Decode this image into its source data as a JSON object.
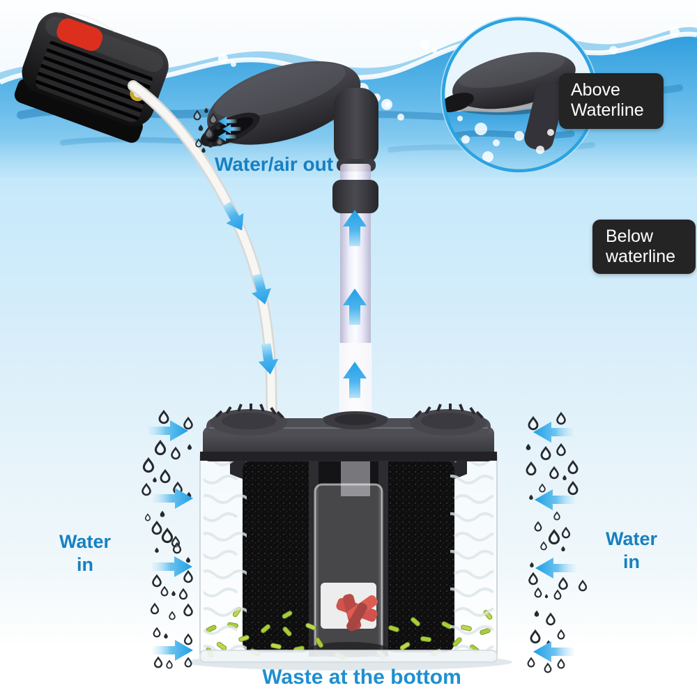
{
  "callouts": {
    "water_air_out": {
      "text": "Water/air out"
    },
    "above_waterline": {
      "line1": "Above",
      "line2": "Waterline"
    },
    "below_waterline": {
      "line1": "Below",
      "line2": "waterline"
    },
    "water_in_left": {
      "line1": "Water",
      "line2": "in"
    },
    "water_in_right": {
      "line1": "Water",
      "line2": "in"
    },
    "waste_bottom": {
      "text": "Waste at the bottom"
    }
  },
  "icons": {
    "up_flow": "up-arrow-icon",
    "down_flow": "down-arrow-icon",
    "inward_flow": "inward-arrow-icon",
    "droplet": "water-droplet-icon"
  },
  "colors": {
    "label_blue": "#1780c2",
    "waste_label_blue": "#1e8fd0",
    "arrow_blue": "#29a7e8",
    "dark_label_bg": "#242424",
    "dark_label_text": "#ffffff",
    "background_sky": "#c5e9fb",
    "wave_blue": "#2f9edd",
    "deep_wave_blue": "#0d6aa8",
    "sponge_black": "#101012",
    "pellet_green": "#a9cd3a",
    "waste_red": "#c3231d",
    "pump_black": "#1b1b1d",
    "pump_switch_red": "#dd2f1e",
    "airline_white": "#f4f3f0",
    "inset_ring_blue": "#2aa3e2"
  }
}
